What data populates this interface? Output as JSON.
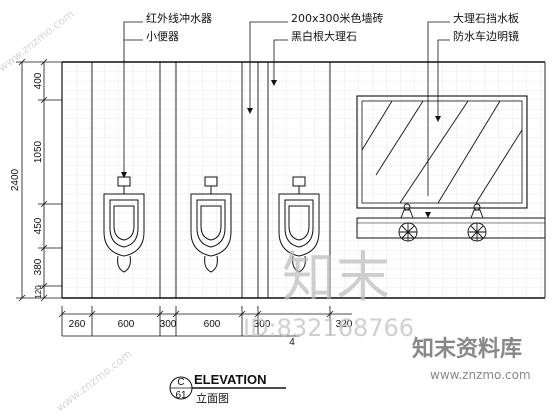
{
  "labels": {
    "infrared_flusher": "红外线冲水器",
    "urinal": "小便器",
    "wall_tile": "200x300米色墙砖",
    "black_marble": "黑白根大理石",
    "marble_splash": "大理石挡水板",
    "mirror": "防水车边明镜"
  },
  "dims_vertical": {
    "total": "2400",
    "segments": [
      "400",
      "1050",
      "450",
      "380",
      "120"
    ]
  },
  "dims_horizontal": [
    "260",
    "600",
    "300",
    "600",
    "300",
    "320"
  ],
  "dims_horizontal_partial": "4",
  "title": {
    "section_code": "C",
    "sheet_no": "61",
    "main": "ELEVATION",
    "sub": "立面图"
  },
  "watermark": {
    "brand": "知末",
    "id_text": "ID:832168766",
    "site_cn": "知末资料库",
    "site_url": "www.znzmo.com"
  }
}
